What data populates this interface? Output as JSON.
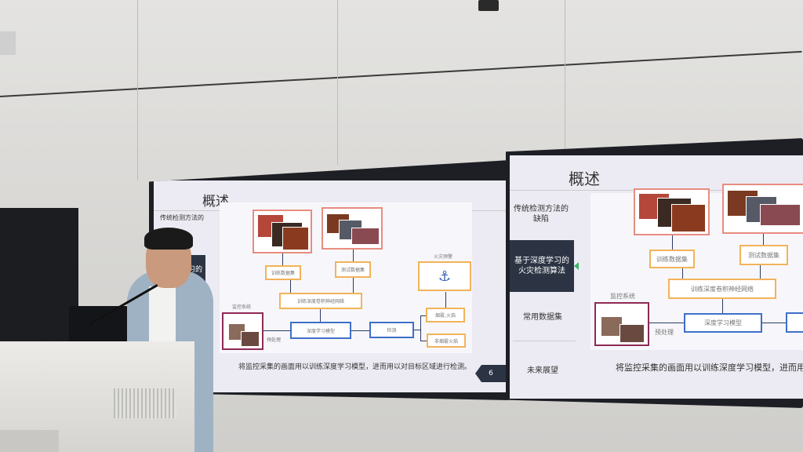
{
  "slide_left": {
    "title": "概述",
    "sidebar": [
      "传统检测方法的",
      "习的"
    ],
    "diagram": {
      "train_set": "训练数据集",
      "test_set": "测试数据集",
      "train_cnn": "训练深度卷积神经网络",
      "monitor_label": "监控系统",
      "preprocess": "预处理",
      "dl_model": "深度学习模型",
      "detect": "检测",
      "smoke_fire": "烟雾,火焰",
      "non_smoke_fire": "非烟雾火焰",
      "fire_alert": "火灾预警"
    },
    "caption": "将监控采集的画面用以训练深度学习模型，进而用以对目标区域进行检测。",
    "page_number": "6"
  },
  "slide_right": {
    "title": "概述",
    "sidebar": [
      {
        "label": "传统检测方法的缺陷",
        "active": false
      },
      {
        "label": "基于深度学习的火灾检测算法",
        "active": true
      },
      {
        "label": "常用数据集",
        "active": false
      },
      {
        "label": "未来展望",
        "active": false
      }
    ],
    "diagram": {
      "train_set": "训练数据集",
      "test_set": "测试数据集",
      "train_cnn": "训练深度卷积神经网络",
      "monitor_label": "监控系统",
      "preprocess": "预处理",
      "dl_model": "深度学习模型"
    },
    "caption": "将监控采集的画面用以训练深度学习模型，进而用以"
  }
}
